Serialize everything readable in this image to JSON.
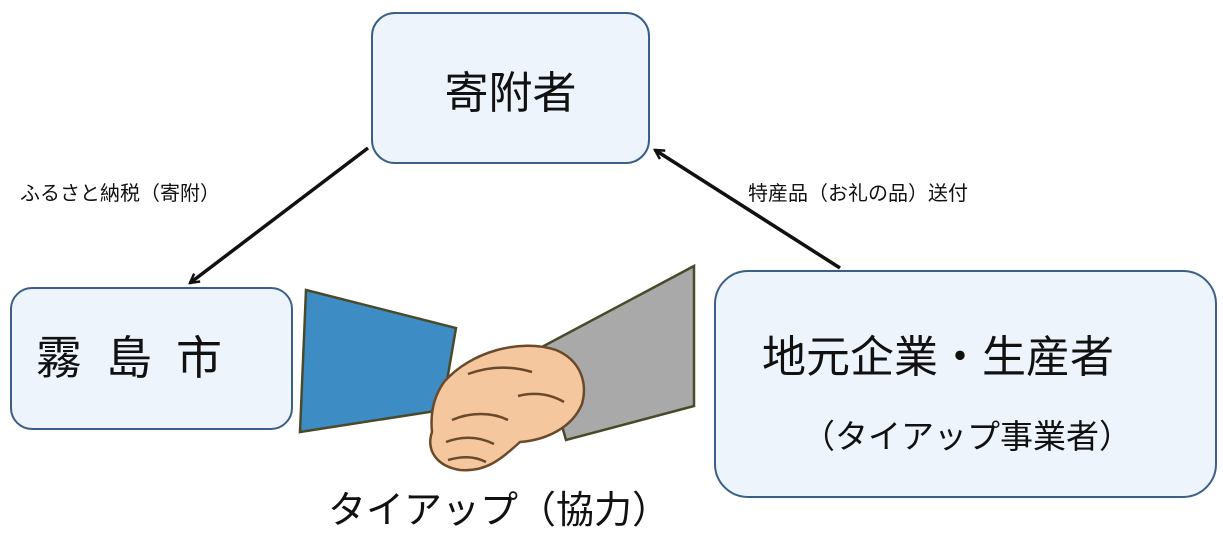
{
  "nodes": {
    "donor": {
      "label": "寄附者"
    },
    "city": {
      "label": "霧島市"
    },
    "business": {
      "label": "地元企業・生産者",
      "sublabel": "（タイアップ事業者）"
    }
  },
  "edges": {
    "tax": {
      "label": "ふるさと納税（寄附）"
    },
    "gift": {
      "label": "特産品（お礼の品）送付"
    }
  },
  "illustration": {
    "icon": "handshake-icon"
  },
  "caption": "タイアップ（協力）",
  "colors": {
    "box_fill": "#eef4fb",
    "box_border": "#3b5f86",
    "sleeve_left": "#3d8cc4",
    "sleeve_right": "#a9a9a9",
    "skin": "#f4c79e"
  }
}
